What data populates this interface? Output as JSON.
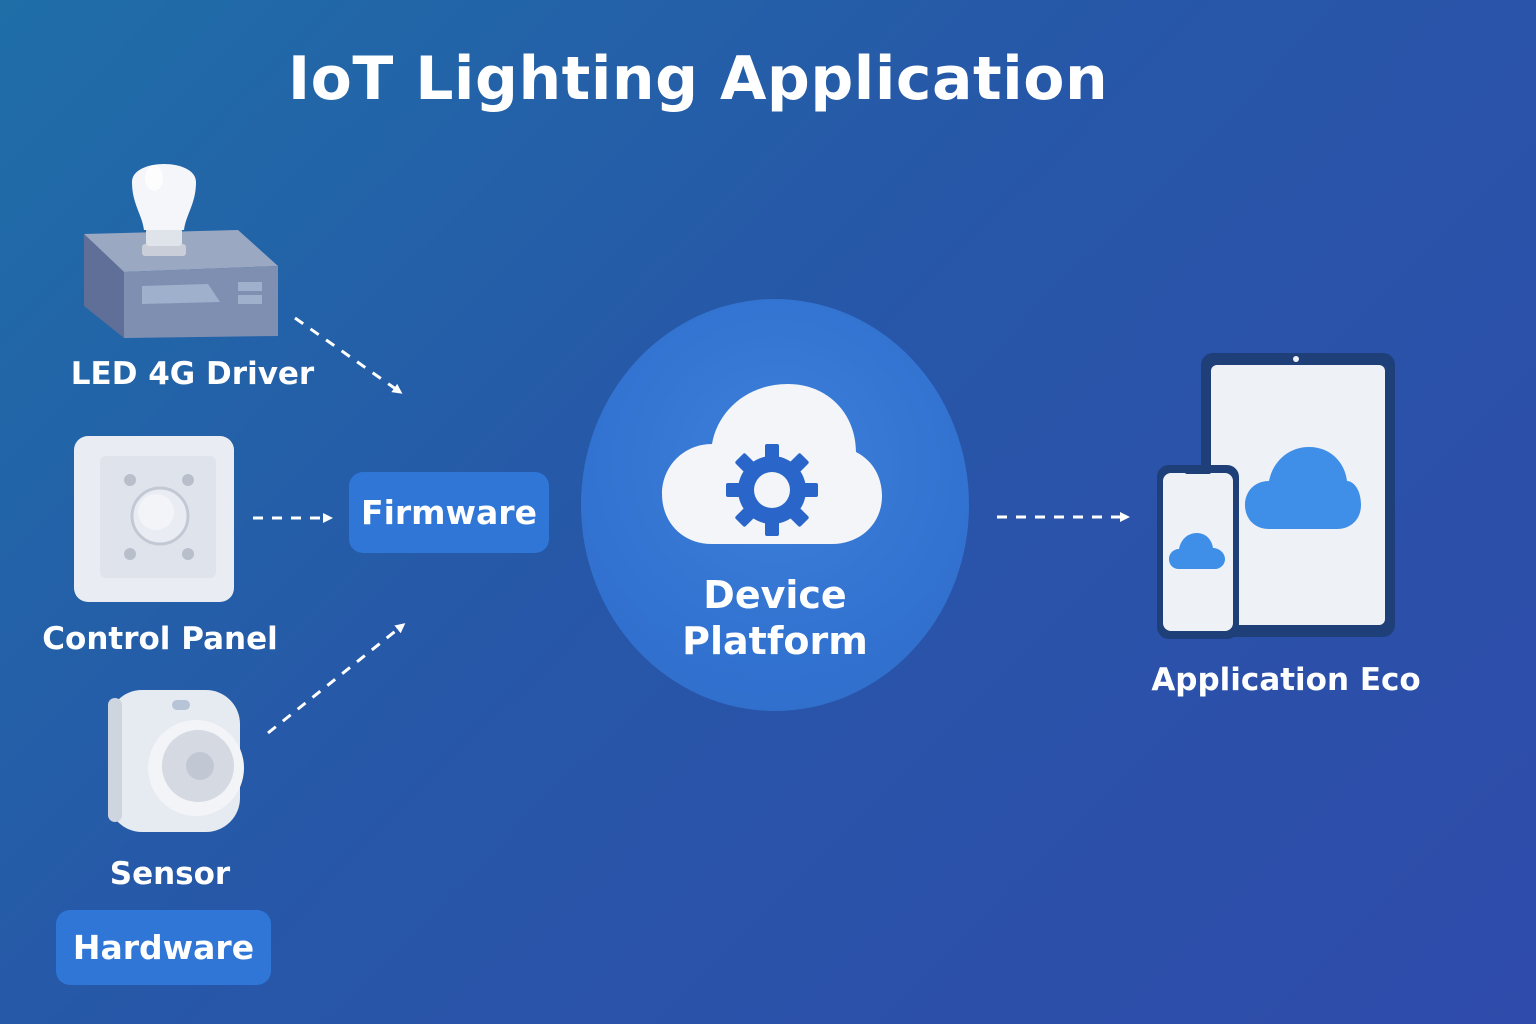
{
  "title": "IoT Lighting Application",
  "nodes": {
    "led_driver": {
      "label": "LED 4G Driver",
      "icon": "led-driver-icon"
    },
    "control_panel": {
      "label": "Control Panel",
      "icon": "control-panel-icon"
    },
    "sensor": {
      "label": "Sensor",
      "icon": "motion-sensor-icon"
    },
    "hardware": {
      "label": "Hardware"
    },
    "firmware": {
      "label": "Firmware"
    },
    "device_platform": {
      "label_line1": "Device",
      "label_line2": "Platform",
      "icon": "cloud-gear-icon"
    },
    "application_eco": {
      "label": "Application Eco",
      "icon": "tablet-phone-cloud-icon"
    }
  },
  "colors": {
    "pill": "#2f76d6",
    "platform_circle": "#3272d0",
    "cloud_accent": "#3f8ee8",
    "gear": "#2a66c9"
  }
}
